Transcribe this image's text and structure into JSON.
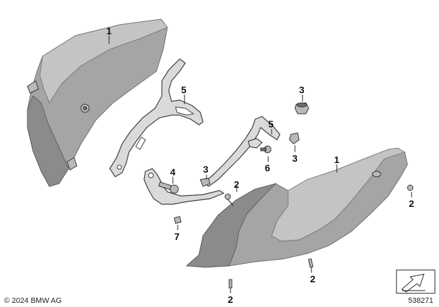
{
  "callouts": {
    "c1a": "1",
    "c5a": "5",
    "c3a": "3",
    "c5b": "5",
    "c4": "4",
    "c3b": "3",
    "c6": "6",
    "c3c": "3",
    "c1b": "1",
    "c2a": "2",
    "c2b": "2",
    "c7": "7",
    "c2c": "2",
    "c2d": "2"
  },
  "footer": {
    "copyright": "© 2024 BMW AG",
    "diagram_number": "538271"
  },
  "icons": {
    "nav_icon": "parts-nav-arrow-icon"
  }
}
